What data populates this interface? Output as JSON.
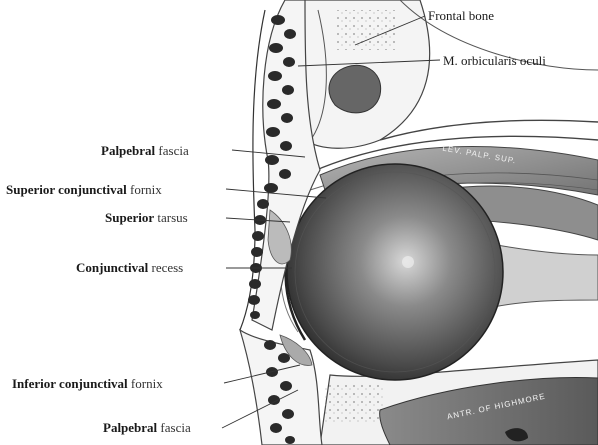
{
  "labels": {
    "frontal_bone": "Frontal bone",
    "orbicularis": "M. orbicularis oculi",
    "palpebral_fascia_upper": {
      "bold": "Palpebral",
      "rest": " fascia"
    },
    "superior_fornix": {
      "bold": "Superior conjunctival",
      "rest": " fornix"
    },
    "superior_tarsus": {
      "bold": "Superior",
      "rest": " tarsus"
    },
    "conjunctival_recess": {
      "bold": "Conjunctival",
      "rest": " recess"
    },
    "inferior_fornix": {
      "bold": "Inferior conjunctival",
      "rest": " fornix"
    },
    "palpebral_fascia_lower": {
      "bold": "Palpebral",
      "rest": " fascia"
    }
  },
  "in_image_text": {
    "lev_palp": "LEV. PALP. SUP.",
    "antrum": "ANTR. OF HIGHMORE"
  },
  "colors": {
    "background": "#ffffff",
    "ink": "#1a1a1a",
    "eyeball_dark": "#3a3a3a",
    "eyeball_light": "#bdbdbd",
    "muscle": "#9a9a9a"
  }
}
